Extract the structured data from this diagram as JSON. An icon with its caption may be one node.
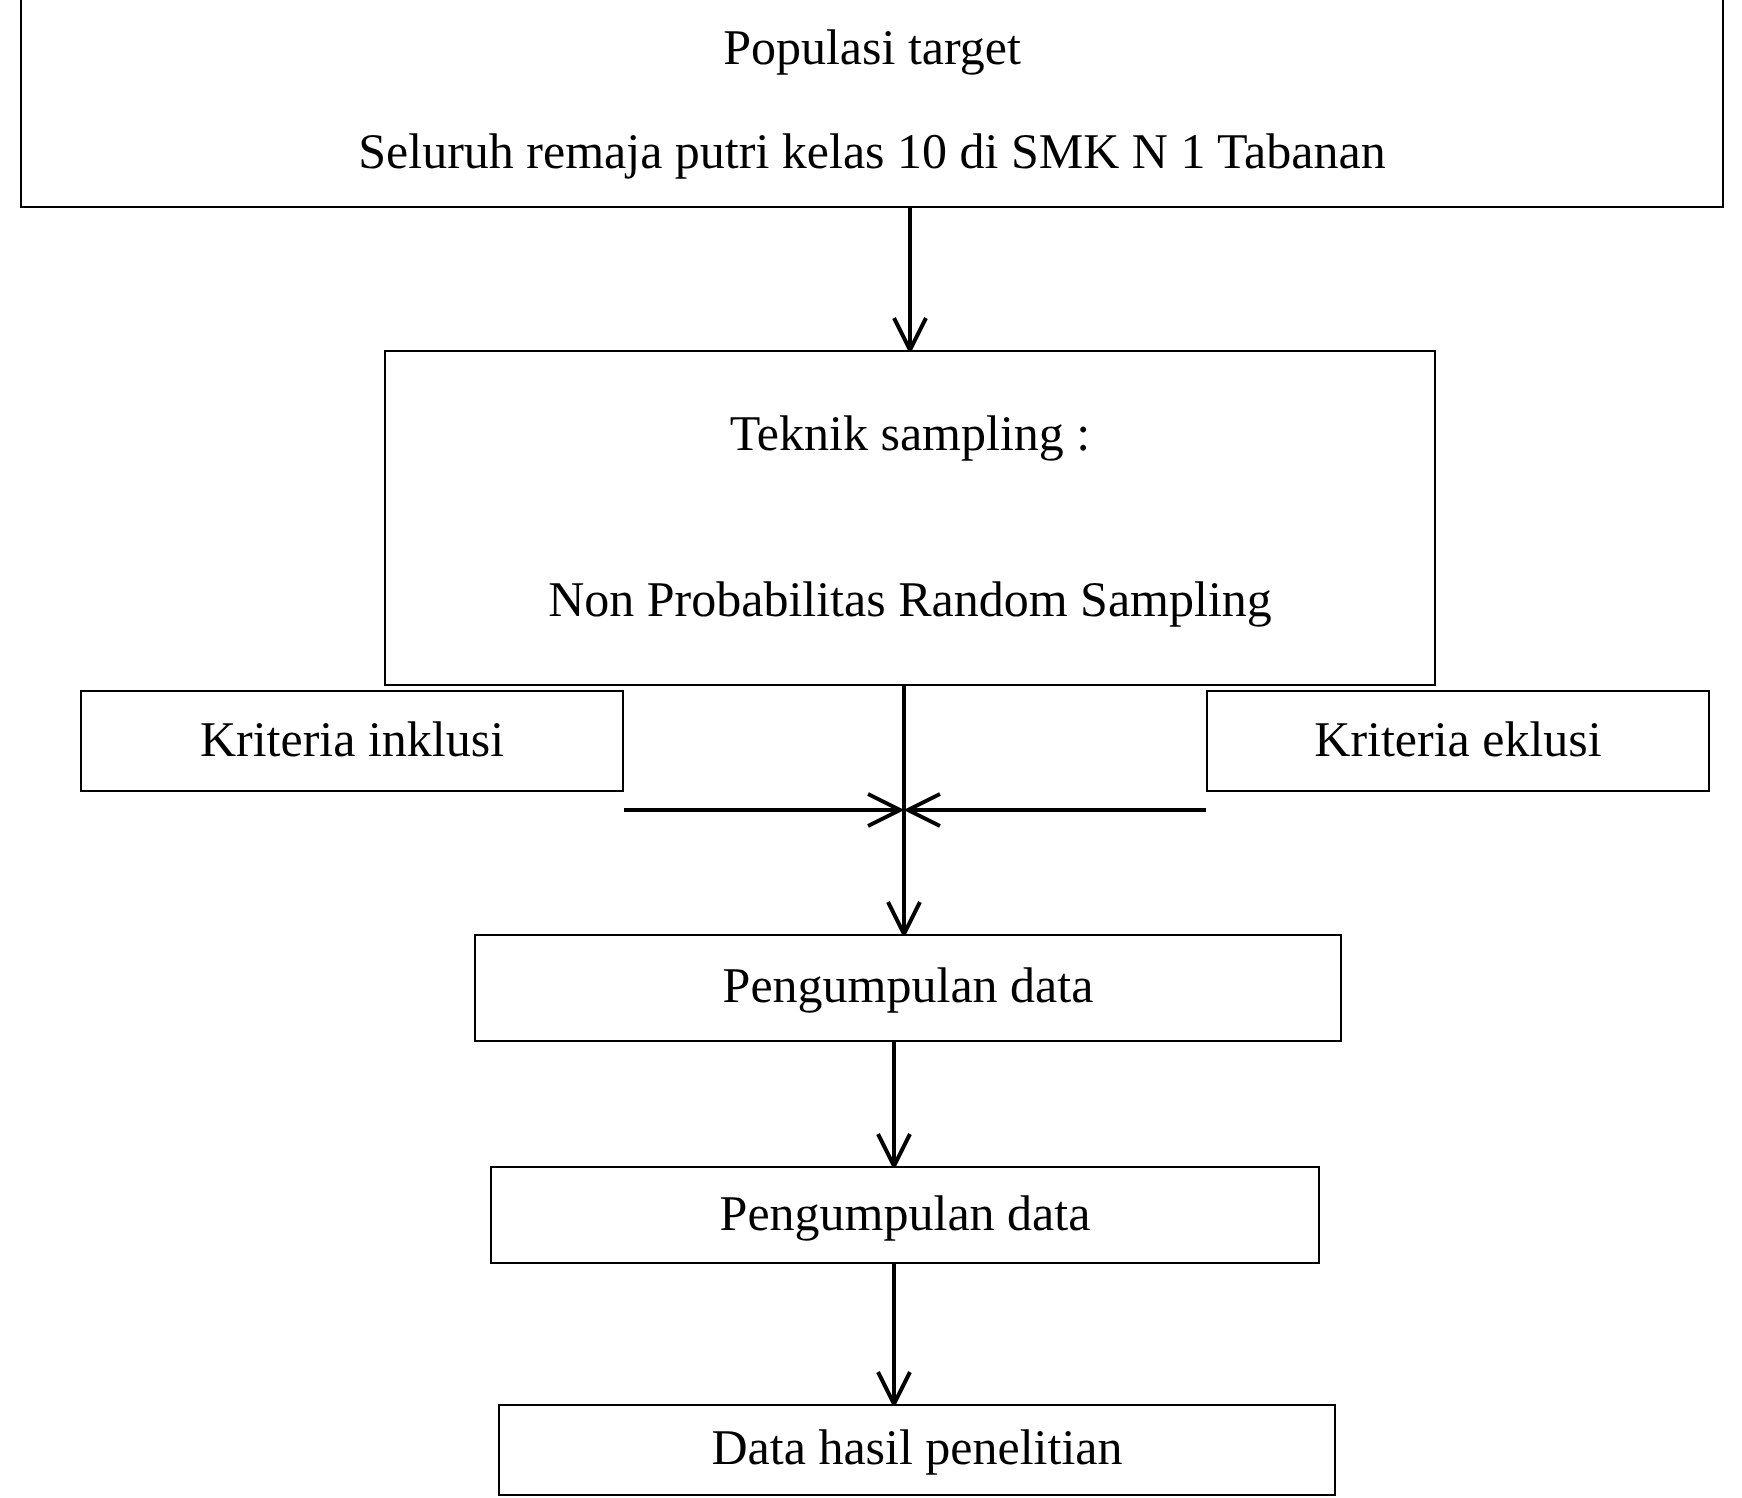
{
  "diagram": {
    "nodes": [
      {
        "text": [
          "Populasi target",
          "Seluruh remaja putri kelas 10 di SMK N 1 Tabanan"
        ]
      },
      {
        "text": [
          "Teknik sampling :",
          "Non Probabilitas Random Sampling"
        ]
      },
      {
        "text": [
          "Kriteria inklusi"
        ]
      },
      {
        "text": [
          "Kriteria eklusi"
        ]
      },
      {
        "text": [
          "Pengumpulan data"
        ]
      },
      {
        "text": [
          "Pengumpulan data"
        ]
      },
      {
        "text": [
          "Data hasil penelitian"
        ]
      }
    ],
    "edges": [
      {
        "from": 0,
        "to": 1,
        "arrow": "to"
      },
      {
        "from": 1,
        "to": 4,
        "arrow": "to"
      },
      {
        "from": 2,
        "to": 4,
        "arrow": "to"
      },
      {
        "from": 3,
        "to": 4,
        "arrow": "to"
      },
      {
        "from": 4,
        "to": 5,
        "arrow": "to"
      },
      {
        "from": 5,
        "to": 6,
        "arrow": "to"
      }
    ]
  }
}
